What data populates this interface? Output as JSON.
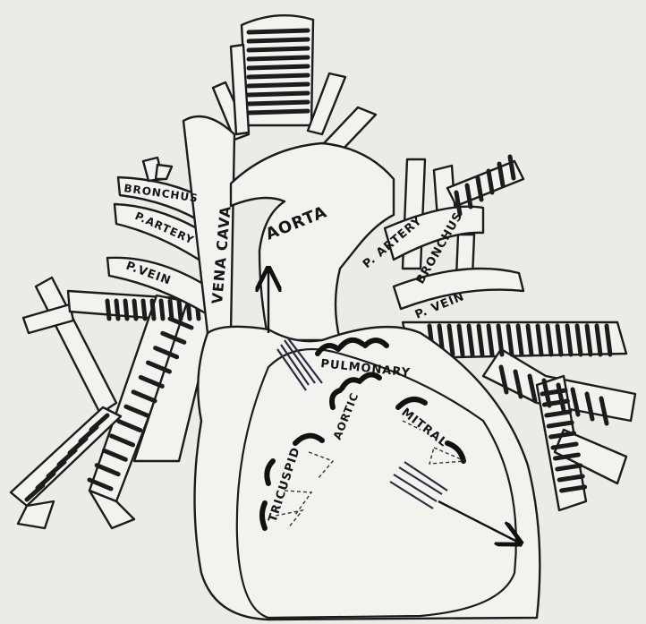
{
  "labels": {
    "vena_cava": "VENA CAVA",
    "aorta": "AORTA",
    "bronchus_left": "BRONCHUS",
    "p_artery_left": "P.ARTERY",
    "p_vein_left": "P.VEIN",
    "p_artery_right": "P. ARTERY",
    "bronchus_right": "BRONCHUS",
    "p_vein_right": "P. VEIN",
    "pulmonary": "PULMONARY",
    "aortic": "AORTIC",
    "mitral": "MITRAL",
    "tricuspid": "TRICUSPID"
  }
}
